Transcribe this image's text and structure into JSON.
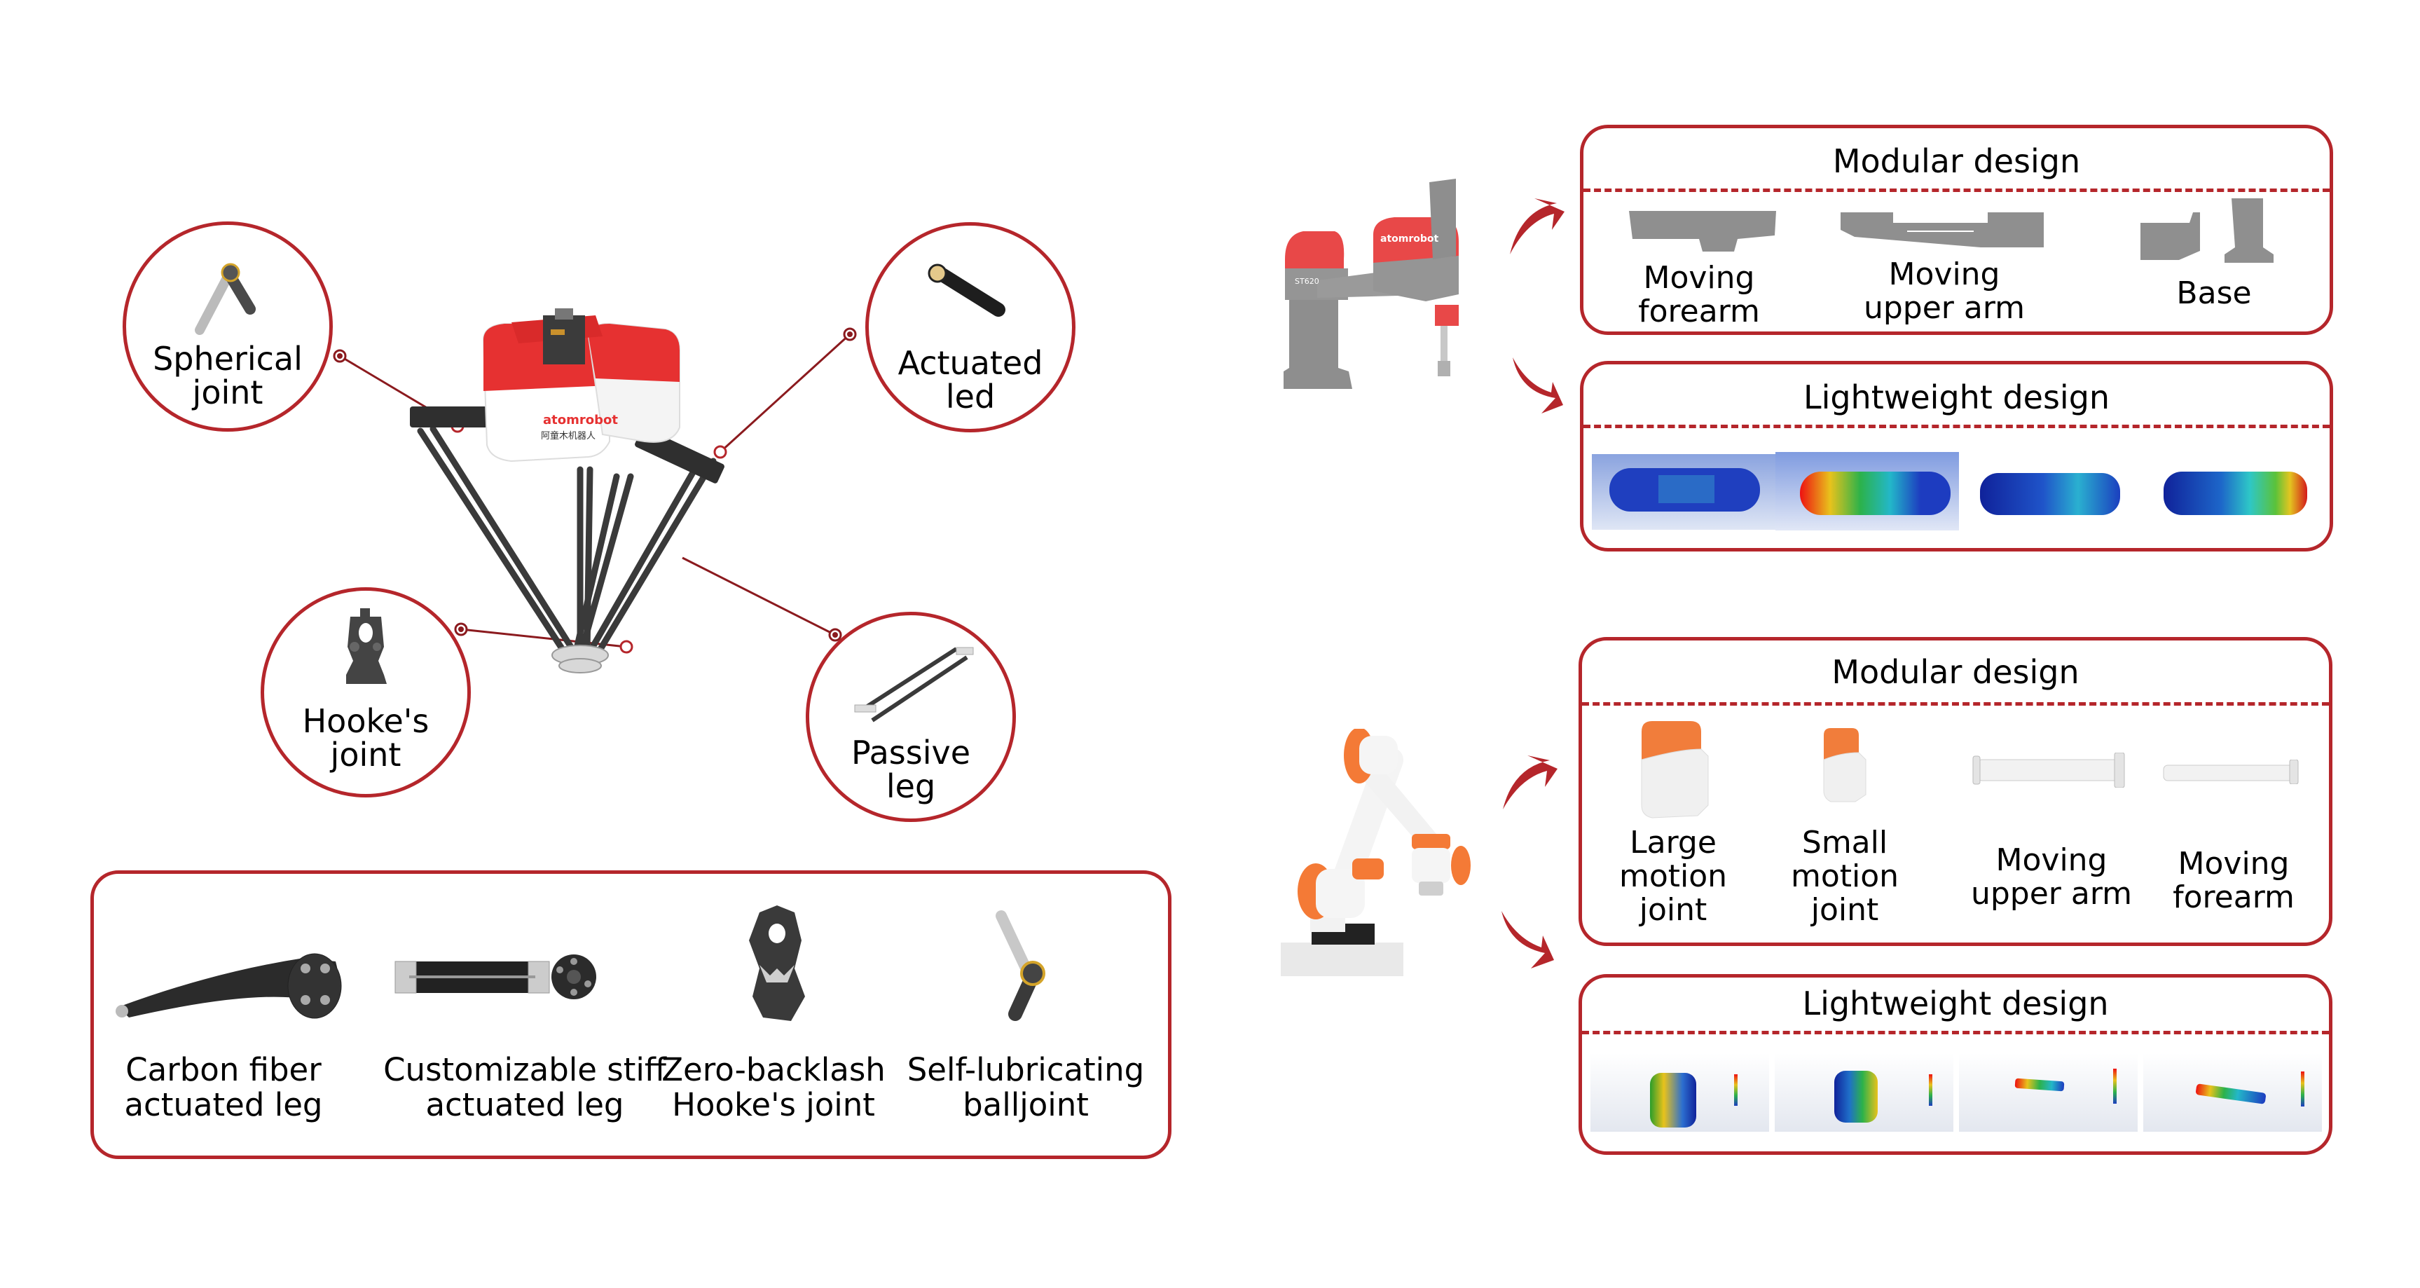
{
  "accent_color": "#b5262b",
  "delta_robot": {
    "brand_text": "atomrobot",
    "brand_text_cn": "阿童木机器人",
    "callouts": [
      {
        "id": "spherical",
        "label_lines": [
          "Spherical",
          "joint"
        ],
        "icon": "spherical-joint-icon"
      },
      {
        "id": "actuated",
        "label_lines": [
          "Actuated",
          "led"
        ],
        "icon": "actuated-leg-icon"
      },
      {
        "id": "hookes",
        "label_lines": [
          "Hooke's",
          "joint"
        ],
        "icon": "hookes-joint-icon"
      },
      {
        "id": "passive",
        "label_lines": [
          "Passive",
          "leg"
        ],
        "icon": "passive-leg-icon"
      }
    ]
  },
  "components_panel": {
    "items": [
      {
        "label_lines": [
          "Carbon fiber",
          "actuated leg"
        ],
        "icon": "carbon-fiber-leg-icon"
      },
      {
        "label_lines": [
          "Customizable stiff",
          "actuated leg"
        ],
        "icon": "stiff-leg-icon"
      },
      {
        "label_lines": [
          "Zero-backlash",
          "Hooke's joint"
        ],
        "icon": "hookes-joint-icon"
      },
      {
        "label_lines": [
          "Self-lubricating",
          "balljoint"
        ],
        "icon": "balljoint-icon"
      }
    ]
  },
  "scara_robot": {
    "brand_text": "atomrobot",
    "model_text": "ST620",
    "modular": {
      "title": "Modular design",
      "items": [
        {
          "label_lines": [
            "Moving",
            "forearm"
          ]
        },
        {
          "label_lines": [
            "Moving",
            "upper arm"
          ]
        },
        {
          "label_lines": [
            "Base"
          ]
        }
      ]
    },
    "lightweight": {
      "title": "Lightweight design",
      "thumbnail_count": 4
    }
  },
  "cobot_robot": {
    "modular": {
      "title": "Modular design",
      "items": [
        {
          "label_lines": [
            "Large",
            "motion",
            "joint"
          ]
        },
        {
          "label_lines": [
            "Small",
            "motion",
            "joint"
          ]
        },
        {
          "label_lines": [
            "Moving",
            "upper arm"
          ]
        },
        {
          "label_lines": [
            "Moving",
            "forearm"
          ]
        }
      ]
    },
    "lightweight": {
      "title": "Lightweight design",
      "thumbnail_count": 4
    }
  }
}
